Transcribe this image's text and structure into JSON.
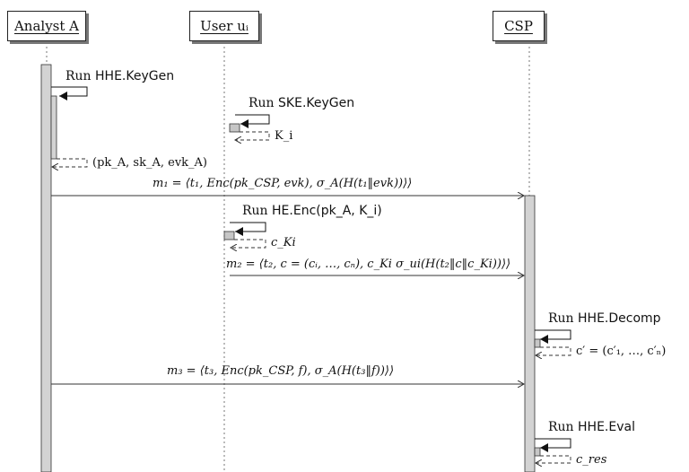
{
  "actors": {
    "analyst": "Analyst A",
    "user": "User uᵢ",
    "csp": "CSP"
  },
  "steps": {
    "analyst_keygen": {
      "run": "Run",
      "op": "HHE.KeyGen",
      "result": "(pk_A, sk_A, evk_A)"
    },
    "user_ske_keygen": {
      "run": "Run",
      "op": "SKE.KeyGen",
      "result": "K_i"
    },
    "user_he_enc": {
      "run": "Run",
      "op": "HE.Enc(pk_A, K_i)",
      "result": "c_Ki"
    },
    "csp_decomp": {
      "run": "Run",
      "op": "HHE.Decomp",
      "result": "c′ = (c′₁, …, c′ₙ)"
    },
    "csp_eval": {
      "run": "Run",
      "op": "HHE.Eval",
      "result": "c_res"
    }
  },
  "messages": {
    "m1": "m₁ = ⟨t₁, Enc(pk_CSP, evk), σ_A(H(t₁‖evk))⟩⟩",
    "m2": "m₂ = ⟨t₂, c = (cᵢ, …, cₙ), c_Ki σ_ui(H(t₂‖c‖c_Ki))⟩⟩",
    "m3": "m₃ = ⟨t₃, Enc(pk_CSP, f), σ_A(H(t₃‖f))⟩⟩"
  }
}
